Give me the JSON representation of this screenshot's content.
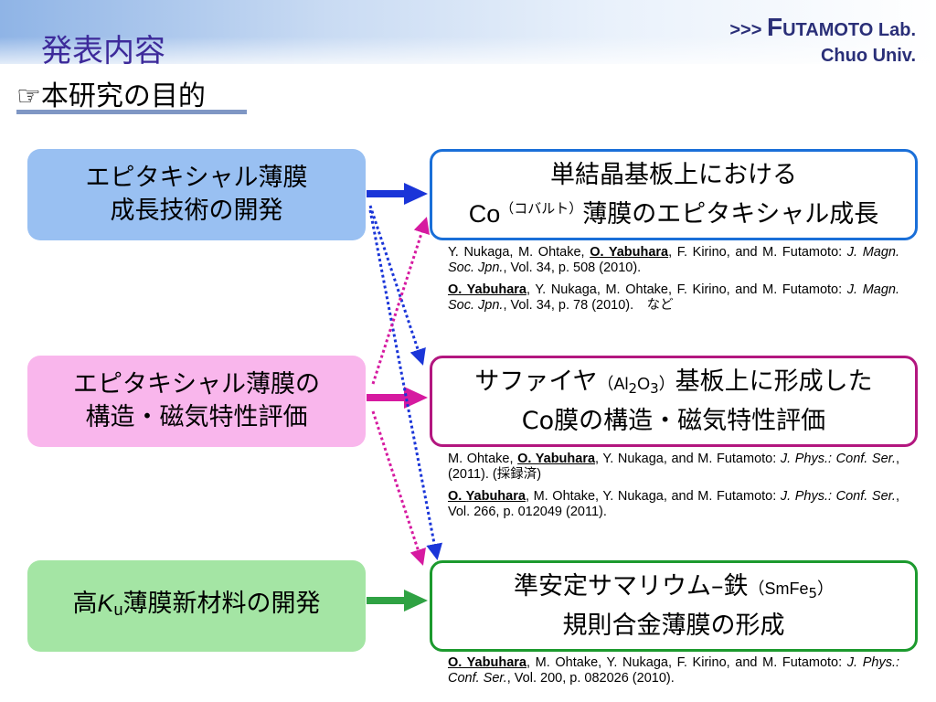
{
  "header": {
    "title": "発表内容",
    "lab_prefix": ">>> ",
    "lab_initial": "F",
    "lab_rest": "UTAMOTO Lab.",
    "lab_univ": "Chuo Univ."
  },
  "subtitle": {
    "hand": "☞",
    "text": "本研究の目的"
  },
  "left_boxes": [
    {
      "line1": "エピタキシャル薄膜",
      "line2": "成長技術の開発"
    },
    {
      "line1": "エピタキシャル薄膜の",
      "line2": "構造・磁気特性評価"
    },
    {
      "prefix": "高",
      "k": "K",
      "sub": "u",
      "suffix": "薄膜新材料の開発"
    }
  ],
  "right_boxes": [
    {
      "line1": "単結晶基板上における",
      "co": "Co",
      "co_note": "（コバルト）",
      "line2_rest": "薄膜のエピタキシャル成長"
    },
    {
      "line1_a": "サファイヤ",
      "formula_open": "（",
      "al": "Al",
      "two": "2",
      "o": "O",
      "three": "3",
      "formula_close": "）",
      "line1_b": "基板上に形成した",
      "line2": "Co膜の構造・磁気特性評価"
    },
    {
      "line1_a": "準安定サマリウム–鉄",
      "f_open": "（",
      "smfe": "SmFe",
      "five": "5",
      "f_close": "）",
      "line2": "規則合金薄膜の形成"
    }
  ],
  "refs1": [
    {
      "pre": "Y. Nukaga, M. Ohtake, ",
      "bold": "O. Yabuhara",
      "mid": ", F. Kirino, and M. Futamoto: ",
      "journal": "J. Magn. Soc. Jpn.",
      "post": ", Vol. 34, p. 508 (2010)."
    },
    {
      "pre": "",
      "bold": "O. Yabuhara",
      "mid": ", Y. Nukaga, M. Ohtake, F. Kirino, and M. Futamoto: ",
      "journal": "J. Magn. Soc. Jpn.",
      "post": ", Vol. 34, p. 78 (2010).　など"
    }
  ],
  "refs2": [
    {
      "pre": "M. Ohtake, ",
      "bold": "O. Yabuhara",
      "mid": ", Y. Nukaga, and M. Futamoto: ",
      "journal": "J. Phys.: Conf. Ser.",
      "post": ", (2011). (採録済)"
    },
    {
      "pre": "",
      "bold": "O. Yabuhara",
      "mid": ", M. Ohtake, Y. Nukaga, and M. Futamoto: ",
      "journal": "J. Phys.: Conf. Ser.",
      "post": ", Vol. 266, p. 012049 (2011)."
    }
  ],
  "refs3": [
    {
      "pre": "",
      "bold": "O. Yabuhara",
      "mid": ", M. Ohtake, Y. Nukaga, F. Kirino, and M. Futamoto: ",
      "journal": "J. Phys.: Conf. Ser.",
      "post": ", Vol. 200, p. 082026 (2010)."
    }
  ],
  "colors": {
    "blue": "#1a35d8",
    "magenta": "#d61aa0",
    "green": "#2fa243",
    "box_blue": "#99c0f2",
    "box_pink": "#f9b6ec",
    "box_green": "#a4e5a4",
    "title": "#3d2a9a"
  }
}
